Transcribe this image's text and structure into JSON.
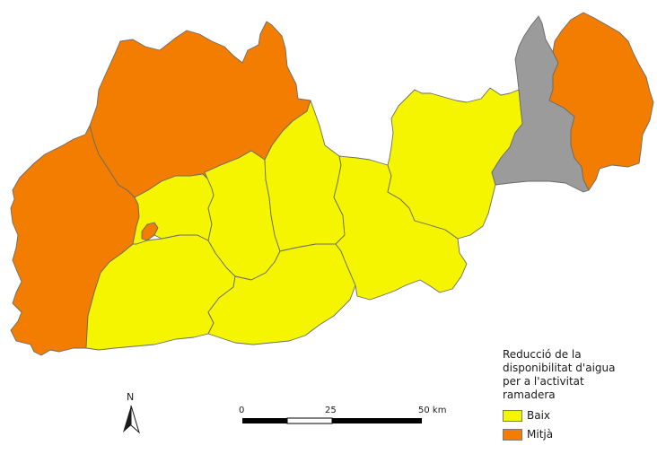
{
  "legend": {
    "title_lines": [
      "Reducció de la",
      "disponibilitat d'aigua",
      "per a l'activitat",
      "ramadera"
    ],
    "items": [
      {
        "label": "Baix",
        "color": "#f5f500"
      },
      {
        "label": "Mitjà",
        "color": "#f27d00"
      }
    ]
  },
  "scale_bar": {
    "labels": [
      "0",
      "25",
      "50 km"
    ]
  },
  "north_arrow": {
    "label": "N"
  },
  "categories": {
    "low": {
      "label": "Baix",
      "color": "#f5f500"
    },
    "mid": {
      "label": "Mitjà",
      "color": "#f27d00"
    },
    "nodata": {
      "color": "#9b9b9b"
    }
  }
}
